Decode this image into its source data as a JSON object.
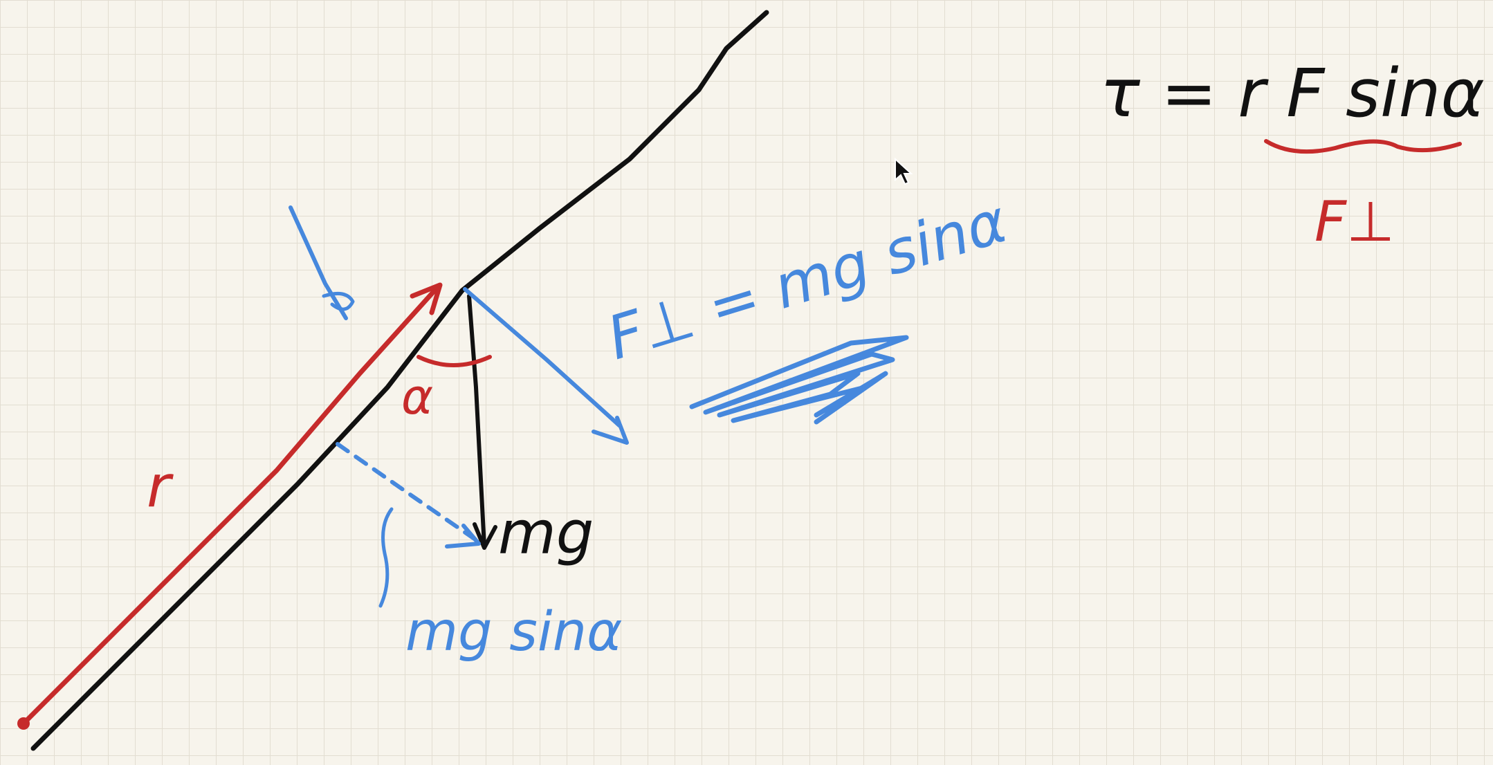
{
  "colors": {
    "paper": "#f7f4ec",
    "grid": "#e2ddd1",
    "black_ink": "#111111",
    "red_ink": "#c62b2b",
    "blue_ink": "#4688dd"
  },
  "labels": {
    "torque_formula": "τ = r F sinα",
    "formula_underbrace_label": "F⊥",
    "lever_arm": "r",
    "angle": "α",
    "weight": "mg",
    "parallel_component": "mg sinα",
    "perpendicular_component": "F⊥ = mg sinα"
  },
  "icons": {
    "cursor": "mouse-pointer-icon"
  }
}
